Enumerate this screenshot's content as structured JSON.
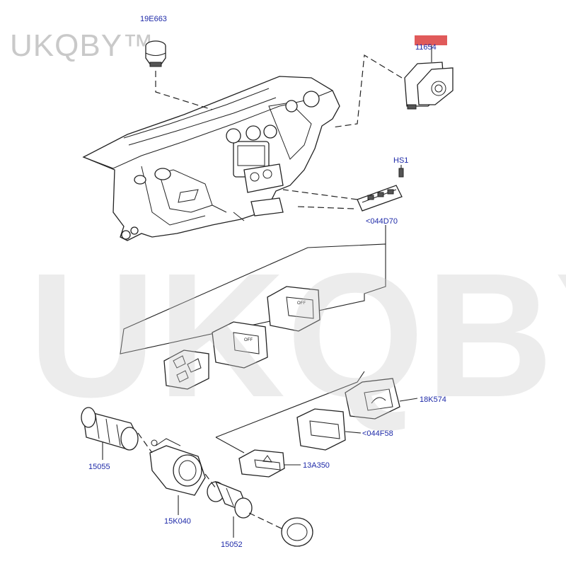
{
  "watermark": {
    "small": "UKQBY™",
    "large": "UKQBY™"
  },
  "labels": {
    "p19E663": "19E663",
    "p11654": "11654",
    "pHS1": "HS1",
    "p044D70": "<044D70",
    "p18K574": "18K574",
    "p044F58": "<044F58",
    "p13A350": "13A350",
    "p15055": "15055",
    "p15K040": "15K040",
    "p15052": "15052"
  },
  "switch_legends": {
    "off": "OFF"
  },
  "colors": {
    "label": "#1e2aa8",
    "highlight": "#e05a5a",
    "line": "#222222"
  }
}
